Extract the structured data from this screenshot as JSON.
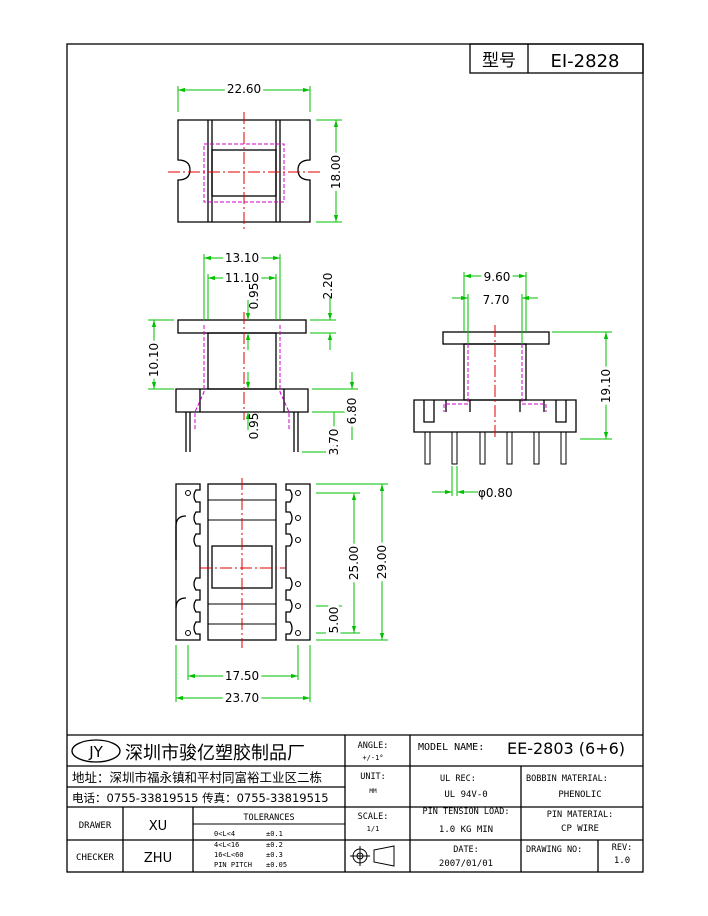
{
  "title_block": {
    "model_short_label": "型号",
    "model_short_value": "EI-2828",
    "company_logo": "JY",
    "company_name": "深圳市骏亿塑胶制品厂",
    "address": "地址：深圳市福永镇和平村同富裕工业区二栋",
    "phone": "电话：0755-33819515 传真：0755-33819515",
    "drawer_label": "DRAWER",
    "drawer_value": "XU",
    "checker_label": "CHECKER",
    "checker_value": "ZHU",
    "tolerances_label": "TOLERANCES",
    "tolerances": [
      {
        "range": "0<L<4",
        "value": "±0.1"
      },
      {
        "range": "4<L<16",
        "value": "±0.2"
      },
      {
        "range": "16<L<60",
        "value": "±0.3"
      },
      {
        "range": "PIN PITCH",
        "value": "±0.05"
      }
    ],
    "angle_label": "ANGLE:",
    "angle_value": "+/-1°",
    "unit_label": "UNIT:",
    "unit_value": "MM",
    "scale_label": "SCALE:",
    "scale_value": "1/1",
    "model_name_label": "MODEL NAME:",
    "model_name_value": "EE-2803 (6+6)",
    "ul_rec_label": "UL REC:",
    "ul_rec_value": "UL 94V-0",
    "bobbin_material_label": "BOBBIN MATERIAL:",
    "bobbin_material_value": "PHENOLIC",
    "pin_tension_label": "PIN TENSION LOAD:",
    "pin_tension_value": "1.0 KG MIN",
    "pin_material_label": "PIN MATERIAL:",
    "pin_material_value": "CP WIRE",
    "date_label": "DATE:",
    "date_value": "2007/01/01",
    "drawing_no_label": "DRAWING NO:",
    "drawing_no_value": "",
    "rev_label": "REV:",
    "rev_value": "1.0"
  },
  "dimensions": {
    "top_width": "22.60",
    "top_height": "18.00",
    "front_flange_width": "13.10",
    "front_core_width": "11.10",
    "front_wall": "0.95",
    "front_wall_bottom": "0.95",
    "front_top_gap": "2.20",
    "front_height": "10.10",
    "front_base_height": "6.80",
    "front_pin_length": "3.70",
    "side_flange_width": "9.60",
    "side_core_width": "7.70",
    "side_height": "19.10",
    "pin_diameter": "φ0.80",
    "bottom_pin_span": "25.00",
    "bottom_total_length": "29.00",
    "bottom_pin_pitch": "5.00",
    "bottom_inner_width": "17.50",
    "bottom_total_width": "23.70"
  }
}
